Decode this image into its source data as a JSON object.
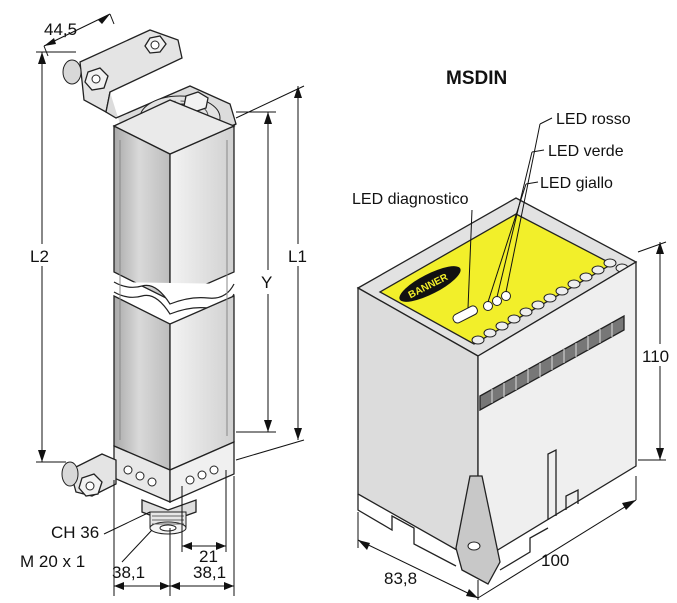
{
  "left_device": {
    "dimensions": {
      "bracket_width": "44,5",
      "l2": "L2",
      "y": "Y",
      "l1": "L1",
      "ch": "CH 36",
      "thread": "M 20 x 1",
      "offset_21": "21",
      "left_38": "38,1",
      "right_38": "38,1"
    }
  },
  "right_device": {
    "title": "MSDIN",
    "leds": {
      "red": "LED rosso",
      "green": "LED verde",
      "yellow": "LED giallo",
      "diagnostic": "LED diagnostico"
    },
    "logo": "BANNER",
    "dimensions": {
      "height": "110",
      "depth": "100",
      "width": "83,8"
    }
  },
  "colors": {
    "housing_light": "#eeeeee",
    "housing_mid": "#d6d6d6",
    "housing_dark": "#9a9a9a",
    "label_yellow": "#f2ef2a",
    "metal": "#e0e0e0"
  }
}
